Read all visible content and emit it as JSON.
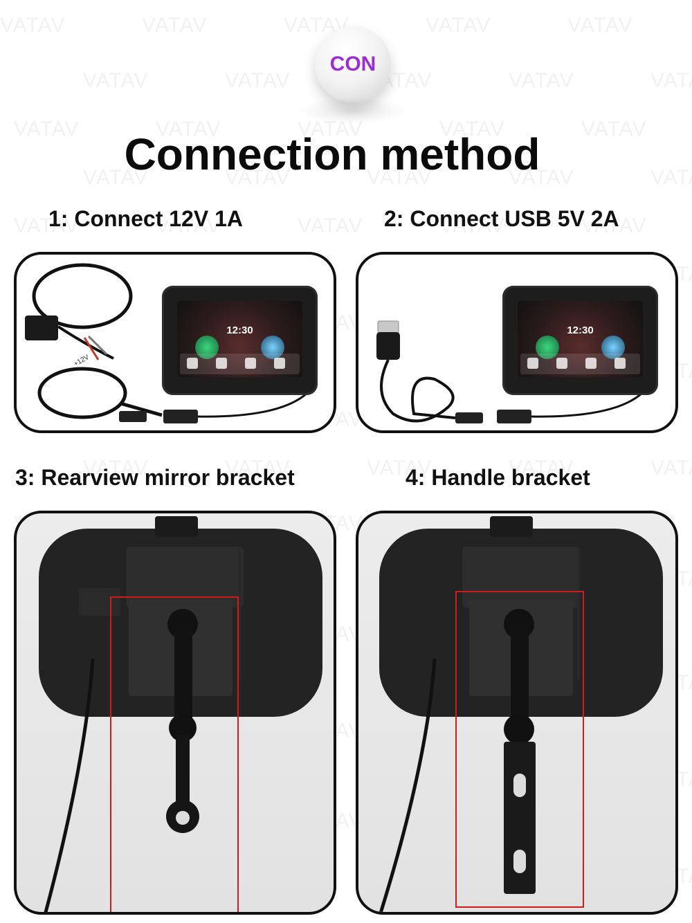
{
  "badge": {
    "text": "CON"
  },
  "title": "Connection method",
  "watermark": "VATAV",
  "sections": [
    {
      "label": "1: Connect 12V 1A",
      "tag": "+12V"
    },
    {
      "label": "2: Connect USB 5V 2A"
    },
    {
      "label": "3: Rearview mirror bracket"
    },
    {
      "label": "4: Handle bracket"
    }
  ],
  "screen": {
    "time": "12:30"
  },
  "colors": {
    "badge_text": "#9b2fd0",
    "highlight_box": "#d21a1a",
    "border": "#111111"
  }
}
